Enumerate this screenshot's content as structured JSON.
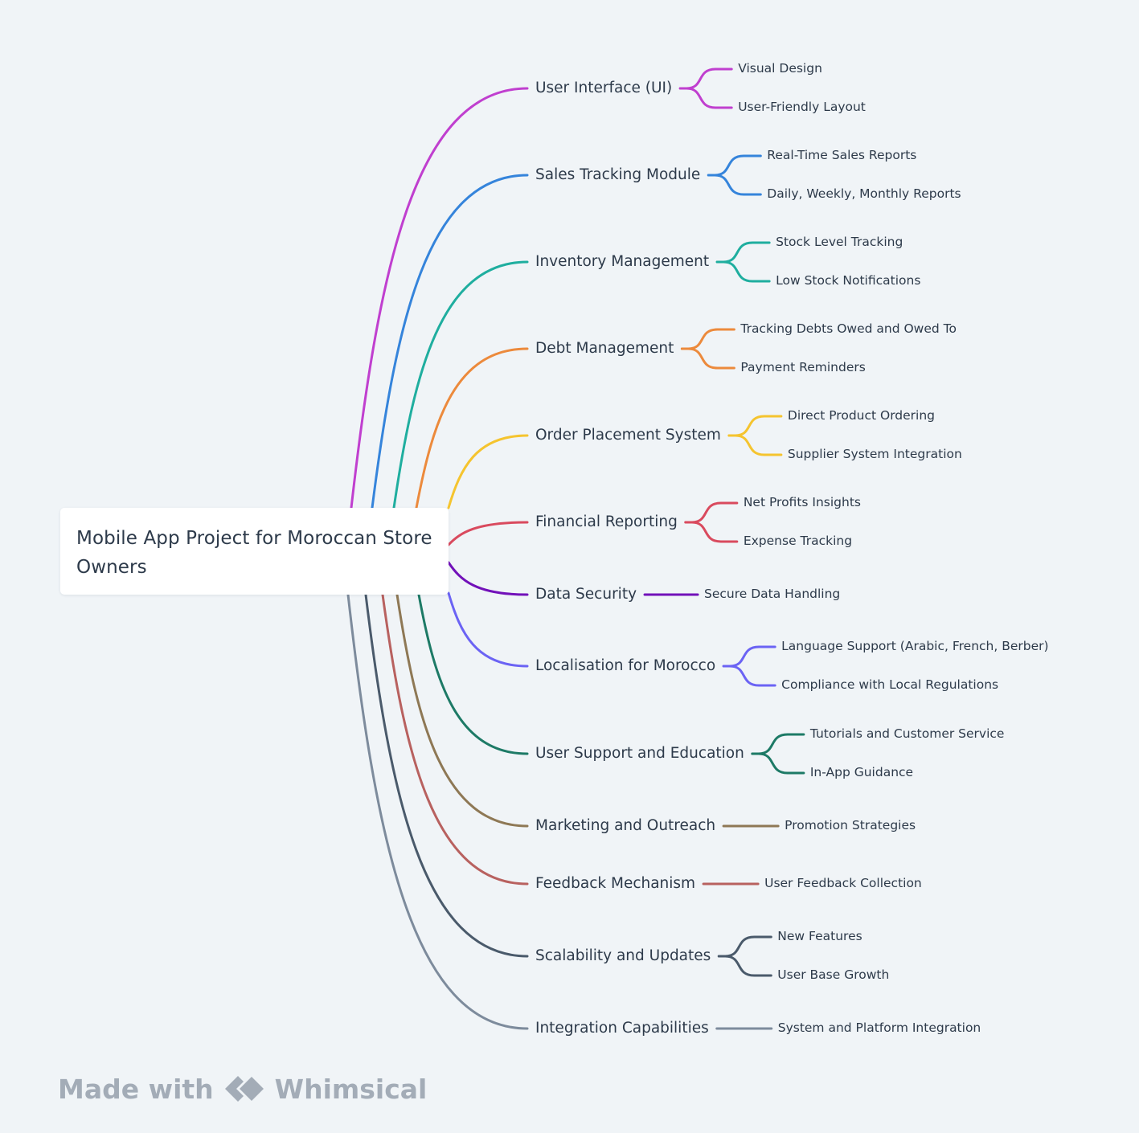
{
  "root": {
    "title": "Mobile App Project for Moroccan Store Owners"
  },
  "branches": [
    {
      "label": "User Interface (UI)",
      "color": "#c03fcf",
      "leaves": [
        "Visual Design",
        "User-Friendly Layout"
      ]
    },
    {
      "label": "Sales Tracking Module",
      "color": "#3584db",
      "leaves": [
        "Real-Time Sales Reports",
        "Daily, Weekly, Monthly Reports"
      ]
    },
    {
      "label": "Inventory Management",
      "color": "#1fae9f",
      "leaves": [
        "Stock Level Tracking",
        "Low Stock Notifications"
      ]
    },
    {
      "label": "Debt Management",
      "color": "#ec8a3c",
      "leaves": [
        "Tracking Debts Owed and Owed To",
        "Payment Reminders"
      ]
    },
    {
      "label": "Order Placement System",
      "color": "#f5c42f",
      "leaves": [
        "Direct Product Ordering",
        "Supplier System Integration"
      ]
    },
    {
      "label": "Financial Reporting",
      "color": "#d94a5e",
      "leaves": [
        "Net Profits Insights",
        "Expense Tracking"
      ]
    },
    {
      "label": "Data Security",
      "color": "#7211b9",
      "leaves": [
        "Secure Data Handling"
      ]
    },
    {
      "label": "Localisation for Morocco",
      "color": "#6b63f4",
      "leaves": [
        "Language Support (Arabic, French, Berber)",
        "Compliance with Local Regulations"
      ]
    },
    {
      "label": "User Support and Education",
      "color": "#1d7a66",
      "leaves": [
        "Tutorials and Customer Service",
        "In-App Guidance"
      ]
    },
    {
      "label": "Marketing and Outreach",
      "color": "#8e7855",
      "leaves": [
        "Promotion Strategies"
      ]
    },
    {
      "label": "Feedback Mechanism",
      "color": "#b8615f",
      "leaves": [
        "User Feedback Collection"
      ]
    },
    {
      "label": "Scalability and Updates",
      "color": "#4a5a6b",
      "leaves": [
        "New Features",
        "User Base Growth"
      ]
    },
    {
      "label": "Integration Capabilities",
      "color": "#7d8b9c",
      "leaves": [
        "System and Platform Integration"
      ]
    }
  ],
  "footer": {
    "made_with": "Made with",
    "brand": "Whimsical",
    "logo_icon": "whimsical-logo-icon"
  }
}
